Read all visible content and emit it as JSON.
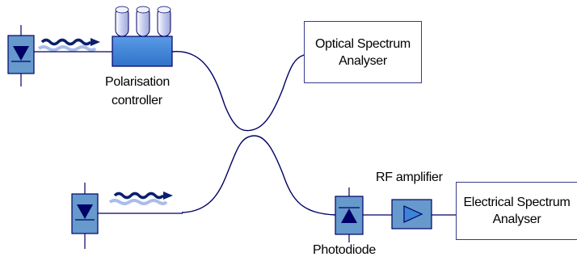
{
  "labels": {
    "polarisation_line1": "Polarisation",
    "polarisation_line2": "controller",
    "rf_amplifier": "RF amplifier",
    "photodiode": "Photodiode"
  },
  "boxes": {
    "optical_line1": "Optical Spectrum",
    "optical_line2": "Analyser",
    "electrical_line1": "Electrical Spectrum",
    "electrical_line2": "Analyser"
  },
  "colors": {
    "fiber": "#000066",
    "component_fill": "#6699cc",
    "component_border": "#000066",
    "controller_fill": "#3d84d8",
    "paddle_fill": "#d6dcf5",
    "beam_dark": "#0a1f6e",
    "beam_light": "#aabde8",
    "box_border": "#3a3a8a"
  }
}
